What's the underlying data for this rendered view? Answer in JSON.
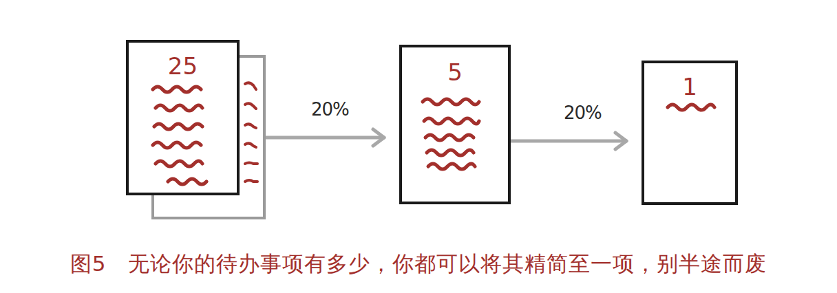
{
  "diagram": {
    "caption": "图5　无论你的待办事项有多少，你都可以将其精简至一项，别半途而废",
    "nodes": [
      {
        "text": [
          "25"
        ]
      },
      {
        "text": [
          "5"
        ]
      },
      {
        "text": [
          "1"
        ]
      }
    ],
    "edges": [
      {
        "from": 0,
        "to": 1,
        "arrow": "to",
        "label": "20%"
      },
      {
        "from": 1,
        "to": 2,
        "arrow": "to",
        "label": "20%"
      }
    ]
  }
}
